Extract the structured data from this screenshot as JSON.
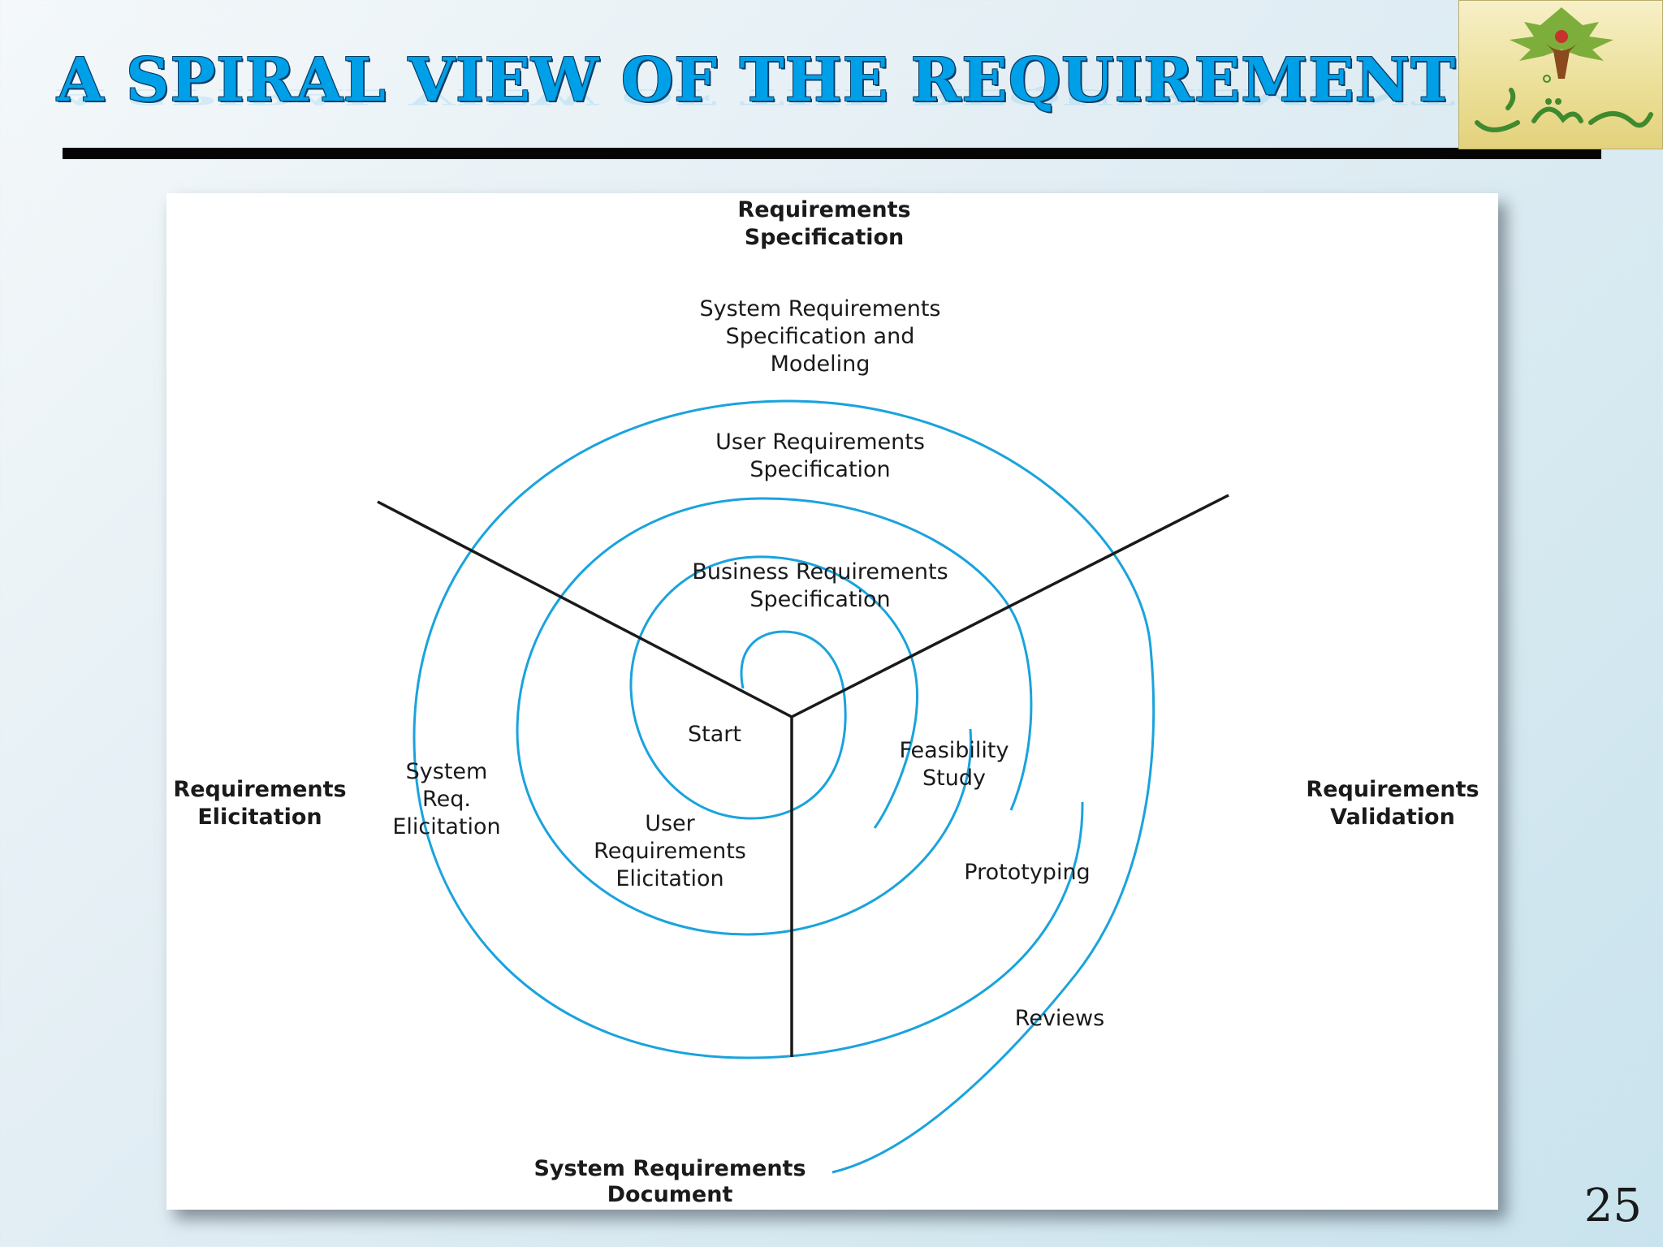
{
  "slide": {
    "title": "A SPIRAL VIEW OF THE REQUIREMENTS",
    "page_number": "25",
    "accent_color": "#00a0e8",
    "spiral_color": "#1aa3dd"
  },
  "diagram": {
    "phases": {
      "specification": "Requirements\nSpecification",
      "elicitation": "Requirements\nElicitation",
      "validation": "Requirements\nValidation",
      "document": "System Requirements\nDocument"
    },
    "activities": {
      "system_spec": "System Requirements\nSpecification and\nModeling",
      "user_spec": "User Requirements\nSpecification",
      "business_spec": "Business Requirements\nSpecification",
      "start": "Start",
      "feasibility": "Feasibility\nStudy",
      "system_elicitation": "System\nReq.\nElicitation",
      "user_elicitation": "User\nRequirements\nElicitation",
      "prototyping": "Prototyping",
      "reviews": "Reviews"
    }
  }
}
